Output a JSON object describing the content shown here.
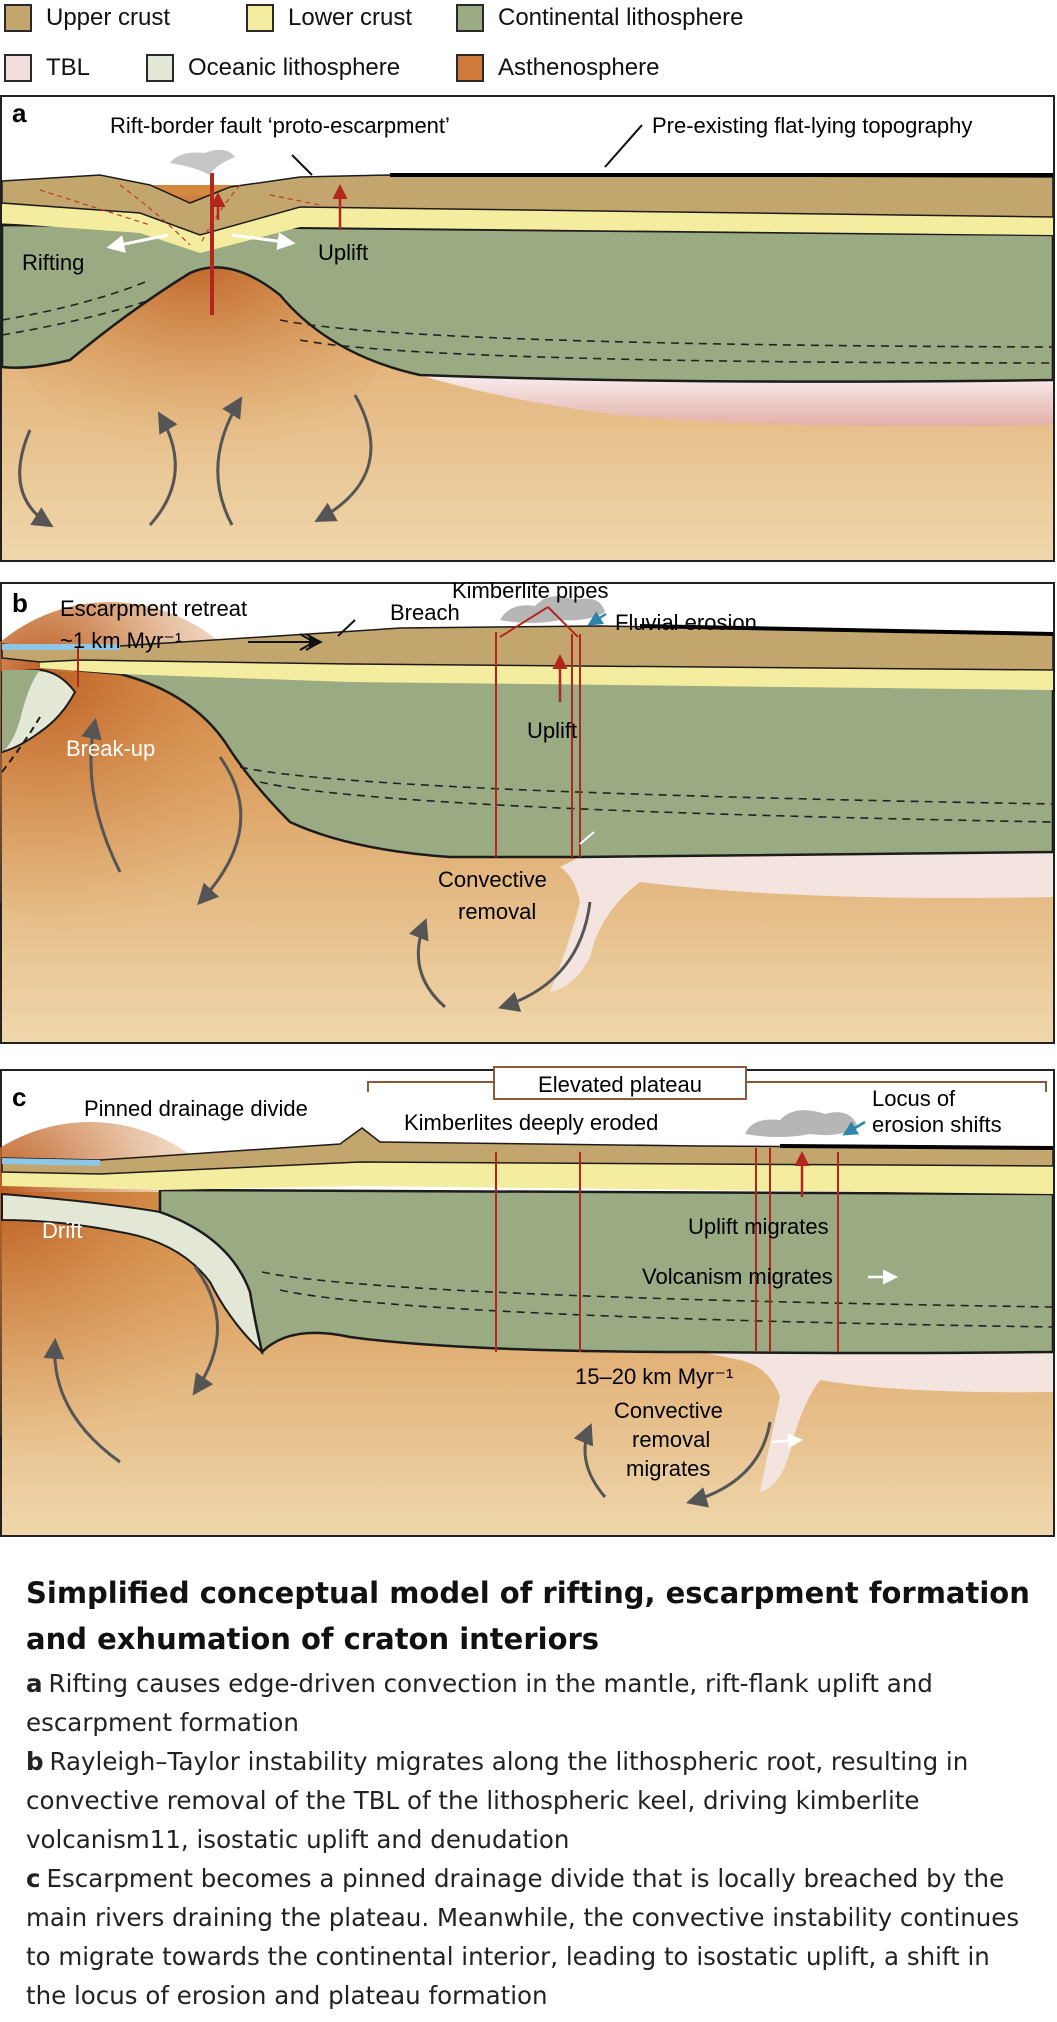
{
  "legend": [
    {
      "label": "Upper crust",
      "color": "#c2a66e"
    },
    {
      "label": "Lower crust",
      "color": "#f4eda0"
    },
    {
      "label": "Continental lithosphere",
      "color": "#9aaa82"
    },
    {
      "label": "TBL",
      "color": "#f3dede"
    },
    {
      "label": "Oceanic lithosphere",
      "color": "#e3e8d6"
    },
    {
      "label": "Asthenosphere",
      "color": "#cf7a3a"
    }
  ],
  "panel_a": {
    "letter": "a",
    "fault_label": "Rift-border fault ‘proto-escarpment’",
    "topography_label": "Pre-existing flat-lying topography",
    "rifting_label": "Rifting",
    "uplift_label": "Uplift"
  },
  "panel_b": {
    "letter": "b",
    "retreat_line1": "Escarpment retreat",
    "retreat_line2": "~1 km Myr⁻¹",
    "breach_label": "Breach",
    "kimberlite_label": "Kimberlite pipes",
    "fluvial_label": "Fluvial erosion",
    "uplift_label": "Uplift",
    "breakup_label": "Break-up",
    "convective_line1": "Convective",
    "convective_line2": "removal"
  },
  "panel_c": {
    "letter": "c",
    "plateau_label": "Elevated plateau",
    "pinned_label": "Pinned drainage divide",
    "kimberlites_eroded_label": "Kimberlites deeply eroded",
    "locus_line1": "Locus of",
    "locus_line2": "erosion shifts",
    "drift_label": "Drift",
    "uplift_migrates_label": "Uplift migrates",
    "volcanism_migrates_label": "Volcanism migrates",
    "rate_label": "15–20 km Myr⁻¹",
    "convective_line1": "Convective",
    "convective_line2": "removal",
    "convective_line3": "migrates"
  },
  "caption": {
    "title_line1": "Simplified conceptual model of rifting, escarpment formation",
    "title_line2": "and exhumation of craton interiors",
    "paragraphs": [
      {
        "letter": "a",
        "text": "Rifting causes edge-driven convection in the mantle, rift-flank uplift and escarpment formation"
      },
      {
        "letter": "b",
        "text": "Rayleigh–Taylor instability migrates along the lithospheric root, resulting in convective removal of the TBL of the lithospheric keel, driving kimberlite volcanism11, isostatic uplift and denudation"
      },
      {
        "letter": "c",
        "text": "Escarpment becomes a pinned drainage divide that is locally breached by the main rivers draining the plateau. Meanwhile, the convective instability continues to migrate towards the continental interior, leading to isostatic uplift, a shift in the locus of erosion and plateau formation"
      }
    ]
  }
}
